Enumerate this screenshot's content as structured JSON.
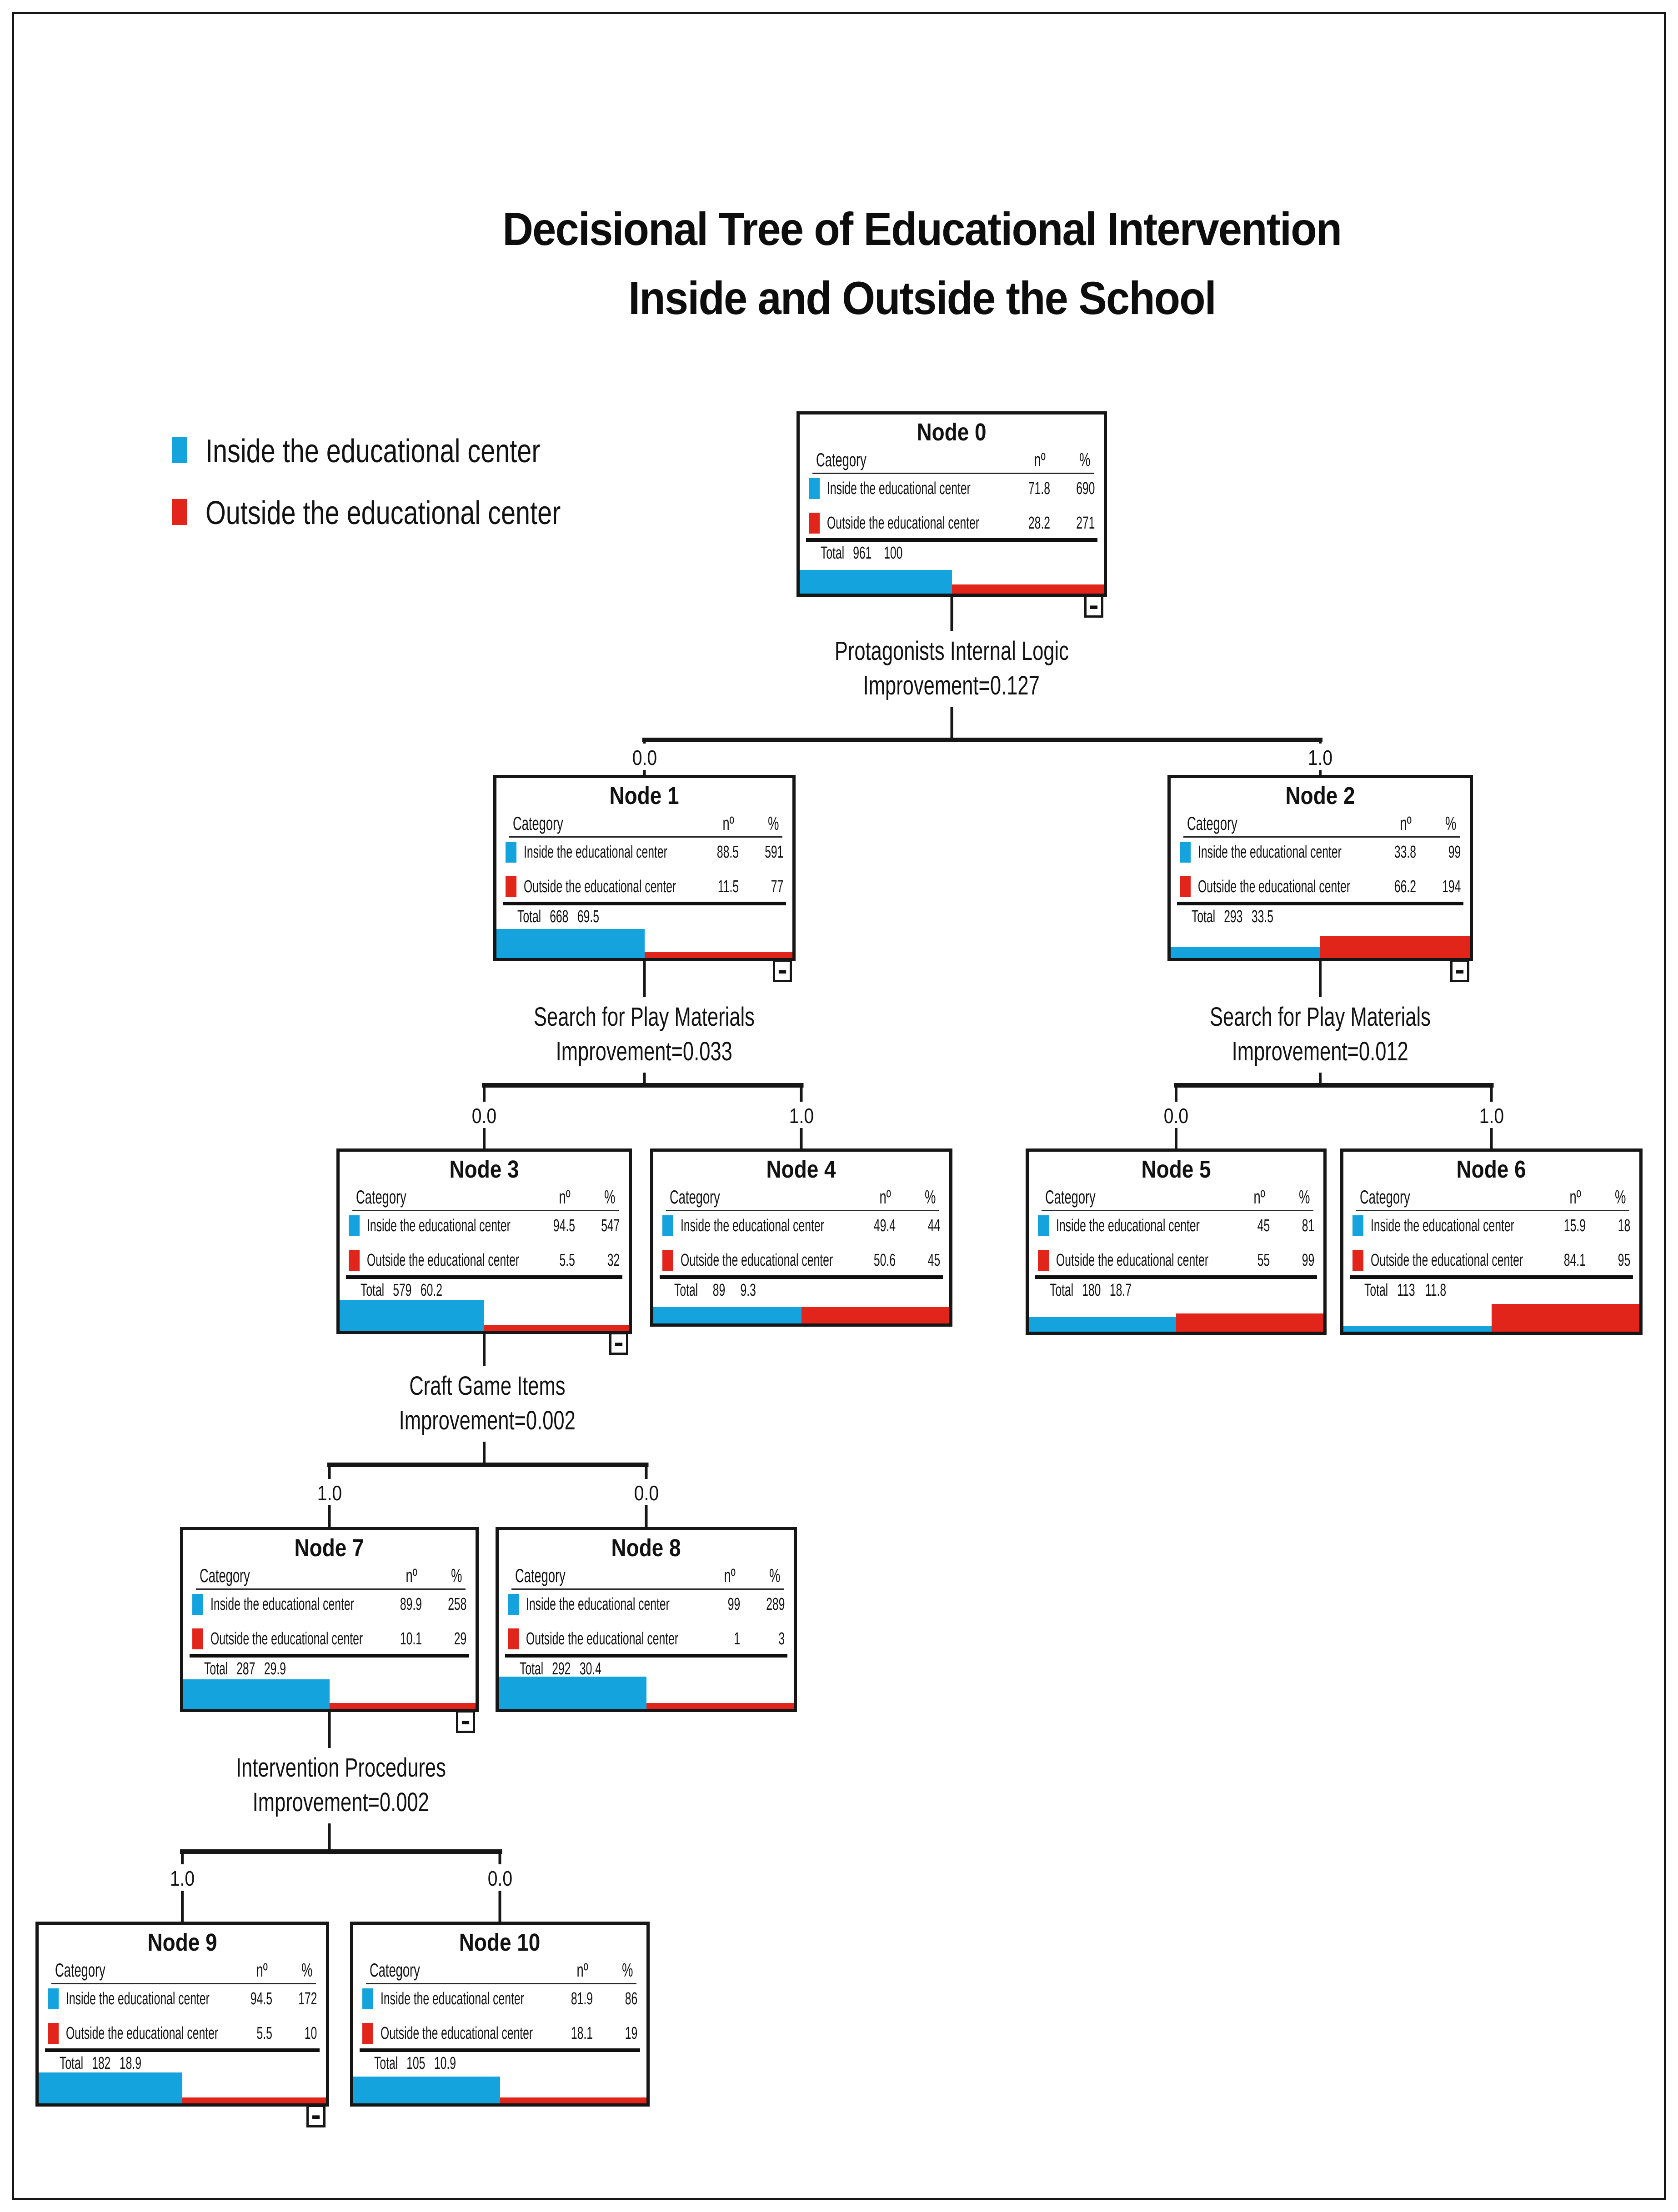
{
  "page": {
    "title_line1": "Decisional Tree of Educational Intervention",
    "title_line2": "Inside and Outside the School"
  },
  "colors": {
    "inside_blue": "#14A3DC",
    "outside_red": "#E2251B"
  },
  "legend": {
    "items": [
      {
        "label": "Inside the educational center",
        "color": "#14A3DC",
        "icon": "blue-square-swatch"
      },
      {
        "label": "Outside the educational center",
        "color": "#E2251B",
        "icon": "red-square-swatch"
      }
    ]
  },
  "table": {
    "category_header": "Category",
    "count_header": "nº",
    "percent_header": "%",
    "inside_label": "Inside the educational center",
    "outside_label": "Outside the educational center",
    "total_label": "Total"
  },
  "collapse_glyph": "-",
  "nodes": [
    {
      "title": "Node 0",
      "inside": {
        "n": "71.8",
        "pct": "690"
      },
      "outside": {
        "n": "28.2",
        "pct": "271"
      },
      "total": {
        "n": "100",
        "pct": "961"
      },
      "bar": {
        "inside_pct": 71.8,
        "outside_pct": 28.2
      },
      "collapsible": true
    },
    {
      "title": "Node 1",
      "inside": {
        "n": "88.5",
        "pct": "591"
      },
      "outside": {
        "n": "11.5",
        "pct": "77"
      },
      "total": {
        "n": "69.5",
        "pct": "668"
      },
      "bar": {
        "inside_pct": 88.5,
        "outside_pct": 11.5
      },
      "collapsible": true
    },
    {
      "title": "Node 2",
      "inside": {
        "n": "33.8",
        "pct": "99"
      },
      "outside": {
        "n": "66.2",
        "pct": "194"
      },
      "total": {
        "n": "33.5",
        "pct": "293"
      },
      "bar": {
        "inside_pct": 33.8,
        "outside_pct": 66.2
      },
      "collapsible": true
    },
    {
      "title": "Node 3",
      "inside": {
        "n": "94.5",
        "pct": "547"
      },
      "outside": {
        "n": "5.5",
        "pct": "32"
      },
      "total": {
        "n": "60.2",
        "pct": "579"
      },
      "bar": {
        "inside_pct": 94.5,
        "outside_pct": 5.5
      },
      "collapsible": true
    },
    {
      "title": "Node 4",
      "inside": {
        "n": "49.4",
        "pct": "44"
      },
      "outside": {
        "n": "50.6",
        "pct": "45"
      },
      "total": {
        "n": "9.3",
        "pct": "89"
      },
      "bar": {
        "inside_pct": 49.4,
        "outside_pct": 50.6
      },
      "collapsible": false
    },
    {
      "title": "Node 5",
      "inside": {
        "n": "45",
        "pct": "81"
      },
      "outside": {
        "n": "55",
        "pct": "99"
      },
      "total": {
        "n": "18.7",
        "pct": "180"
      },
      "bar": {
        "inside_pct": 45,
        "outside_pct": 55
      },
      "collapsible": false
    },
    {
      "title": "Node 6",
      "inside": {
        "n": "15.9",
        "pct": "18"
      },
      "outside": {
        "n": "84.1",
        "pct": "95"
      },
      "total": {
        "n": "11.8",
        "pct": "113"
      },
      "bar": {
        "inside_pct": 15.9,
        "outside_pct": 84.1
      },
      "collapsible": false
    },
    {
      "title": "Node 7",
      "inside": {
        "n": "89.9",
        "pct": "258"
      },
      "outside": {
        "n": "10.1",
        "pct": "29"
      },
      "total": {
        "n": "29.9",
        "pct": "287"
      },
      "bar": {
        "inside_pct": 89.9,
        "outside_pct": 10.1
      },
      "collapsible": true
    },
    {
      "title": "Node 8",
      "inside": {
        "n": "99",
        "pct": "289"
      },
      "outside": {
        "n": "1",
        "pct": "3"
      },
      "total": {
        "n": "30.4",
        "pct": "292"
      },
      "bar": {
        "inside_pct": 99,
        "outside_pct": 1
      },
      "collapsible": false
    },
    {
      "title": "Node 9",
      "inside": {
        "n": "94.5",
        "pct": "172"
      },
      "outside": {
        "n": "5.5",
        "pct": "10"
      },
      "total": {
        "n": "18.9",
        "pct": "182"
      },
      "bar": {
        "inside_pct": 94.5,
        "outside_pct": 5.5
      },
      "collapsible": true
    },
    {
      "title": "Node 10",
      "inside": {
        "n": "81.9",
        "pct": "86"
      },
      "outside": {
        "n": "18.1",
        "pct": "19"
      },
      "total": {
        "n": "10.9",
        "pct": "105"
      },
      "bar": {
        "inside_pct": 81.9,
        "outside_pct": 18.1
      },
      "collapsible": false
    }
  ],
  "splits": [
    {
      "variable": "Protagonists Internal Logic",
      "improvement": "Improvement=0.127",
      "parent": "Node 0",
      "branches": [
        "0.0",
        "1.0"
      ],
      "children": [
        "Node 1",
        "Node 2"
      ]
    },
    {
      "variable": "Search for Play Materials",
      "improvement": "Improvement=0.033",
      "parent": "Node 1",
      "branches": [
        "0.0",
        "1.0"
      ],
      "children": [
        "Node 3",
        "Node 4"
      ]
    },
    {
      "variable": "Search for Play Materials",
      "improvement": "Improvement=0.012",
      "parent": "Node 2",
      "branches": [
        "0.0",
        "1.0"
      ],
      "children": [
        "Node 5",
        "Node 6"
      ]
    },
    {
      "variable": "Craft Game Items",
      "improvement": "Improvement=0.002",
      "parent": "Node 3",
      "branches": [
        "1.0",
        "0.0"
      ],
      "children": [
        "Node 7",
        "Node 8"
      ]
    },
    {
      "variable": "Intervention Procedures",
      "improvement": "Improvement=0.002",
      "parent": "Node 7",
      "branches": [
        "1.0",
        "0.0"
      ],
      "children": [
        "Node 9",
        "Node 10"
      ]
    }
  ]
}
